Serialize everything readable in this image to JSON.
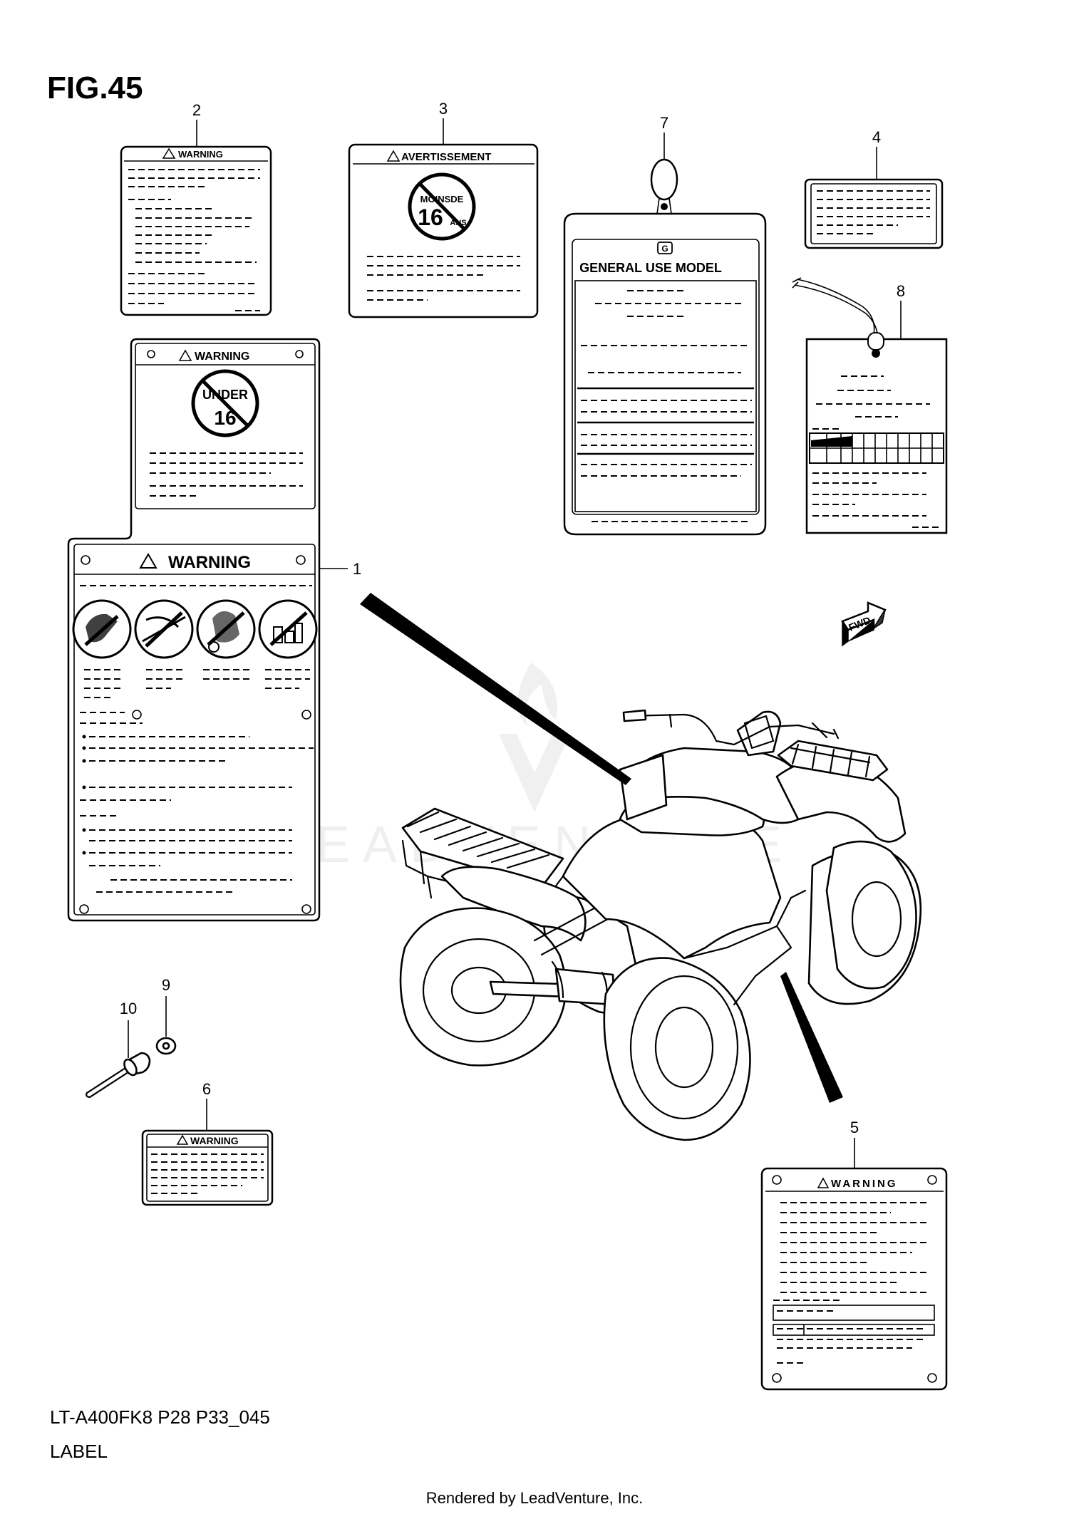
{
  "figure": {
    "title": "FIG.45",
    "model_code": "LT-A400FK8 P28 P33_045",
    "section_name": "LABEL",
    "footer": "Rendered by LeadVenture, Inc.",
    "watermark": "LEADVENTURE"
  },
  "callouts": [
    "1",
    "2",
    "3",
    "4",
    "5",
    "6",
    "7",
    "8",
    "9",
    "10"
  ],
  "labels": {
    "label_1": {
      "top_heading": "WARNING",
      "badge_top": "UNDER",
      "badge_bottom": "16",
      "main_heading": "WARNING"
    },
    "label_2": {
      "heading": "WARNING"
    },
    "label_3": {
      "heading": "AVERTISSEMENT",
      "badge_top": "MOINSDE",
      "badge_number": "16",
      "badge_suffix": "ANS"
    },
    "label_5": {
      "heading": "WARNING"
    },
    "label_6": {
      "heading": "WARNING"
    },
    "label_7": {
      "badge_letter": "G",
      "heading": "GENERAL USE MODEL"
    }
  },
  "direction_arrow": "FWD"
}
